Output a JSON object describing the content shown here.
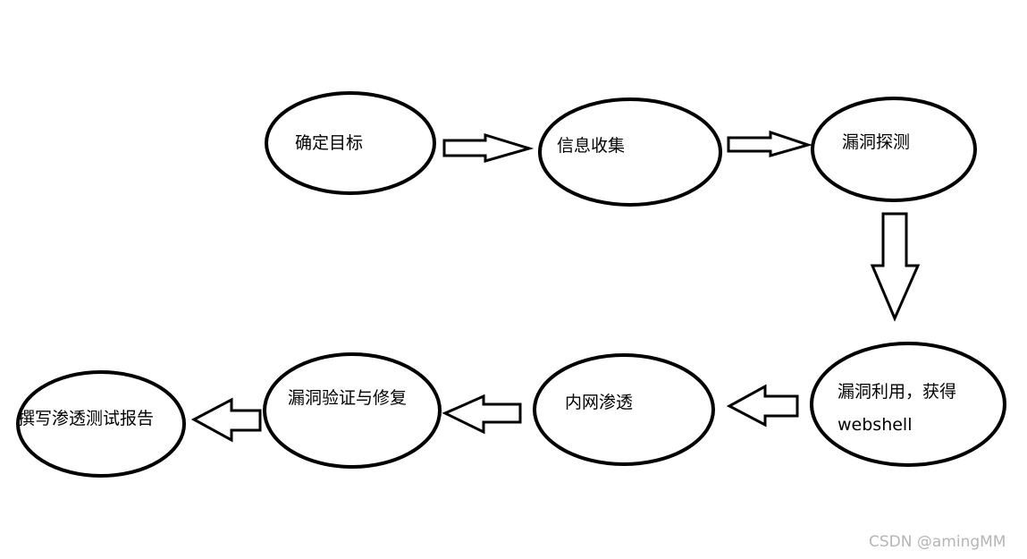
{
  "diagram": {
    "nodes": [
      {
        "id": "confirm-target",
        "lines": [
          "确定目标"
        ]
      },
      {
        "id": "info-gathering",
        "lines": [
          "信息收集"
        ]
      },
      {
        "id": "vuln-detection",
        "lines": [
          "漏洞探测"
        ]
      },
      {
        "id": "vuln-exploit",
        "lines": [
          "漏洞利用，获得",
          "webshell"
        ]
      },
      {
        "id": "intranet-pentest",
        "lines": [
          "内网渗透"
        ]
      },
      {
        "id": "verify-fix",
        "lines": [
          "漏洞验证与修复"
        ]
      },
      {
        "id": "write-report",
        "lines": [
          "撰写渗透测试报告"
        ]
      }
    ],
    "edges": [
      {
        "from": "confirm-target",
        "to": "info-gathering"
      },
      {
        "from": "info-gathering",
        "to": "vuln-detection"
      },
      {
        "from": "vuln-detection",
        "to": "vuln-exploit"
      },
      {
        "from": "vuln-exploit",
        "to": "intranet-pentest"
      },
      {
        "from": "intranet-pentest",
        "to": "verify-fix"
      },
      {
        "from": "verify-fix",
        "to": "write-report"
      }
    ]
  },
  "watermark": "CSDN @amingMM",
  "colors": {
    "stroke": "#000000",
    "fill": "#ffffff",
    "watermark": "#b5b5b5"
  }
}
